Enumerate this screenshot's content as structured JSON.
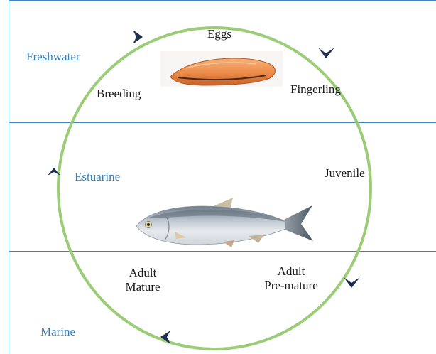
{
  "zones": {
    "freshwater": "Freshwater",
    "estuarine": "Estuarine",
    "marine": "Marine"
  },
  "stages": {
    "eggs": "Eggs",
    "fingerling": "Fingerling",
    "breeding": "Breeding",
    "juvenile": "Juvenile",
    "adult_mature": [
      "Adult",
      "Mature"
    ],
    "adult_premature": [
      "Adult",
      "Pre-mature"
    ]
  },
  "images": {
    "egg_mass": "egg-mass-photo",
    "fish": "hilsa-fish-photo"
  },
  "colors": {
    "cycle": "#9bcd78",
    "zone_line": "#3c86c6",
    "zone_text": "#2f7fc0",
    "arrow": "#1f2d4f",
    "stage_text": "#1a1a1a"
  }
}
